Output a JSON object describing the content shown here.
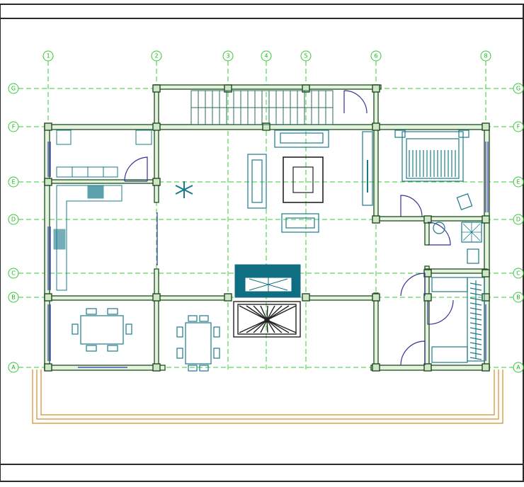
{
  "colors": {
    "background": "#ffffff",
    "frame": "#2a2a2a",
    "grid": "#33cc33",
    "wall": "#2a5a2a",
    "wall_fill": "#d9ead3",
    "window": "#3333aa",
    "furniture": "#1a7a8a",
    "furniture_dark": "#0f6e82",
    "door": "#333399",
    "stair": "#2a6a5a",
    "terrace": "#d88a2a"
  },
  "grid": {
    "vertical_axes": [
      {
        "label": "1"
      },
      {
        "label": "2"
      },
      {
        "label": "3"
      },
      {
        "label": "4"
      },
      {
        "label": "5"
      },
      {
        "label": "6"
      },
      {
        "label": "8"
      }
    ],
    "horizontal_axes": [
      {
        "label": "G"
      },
      {
        "label": "F"
      },
      {
        "label": "E"
      },
      {
        "label": "D"
      },
      {
        "label": "C"
      },
      {
        "label": "B"
      },
      {
        "label": "A"
      }
    ]
  },
  "icons": [
    "door-swing-icon",
    "bed-icon",
    "sofa-icon",
    "table-icon",
    "stair-icon",
    "fireplace-icon",
    "shower-icon",
    "toilet-icon"
  ]
}
